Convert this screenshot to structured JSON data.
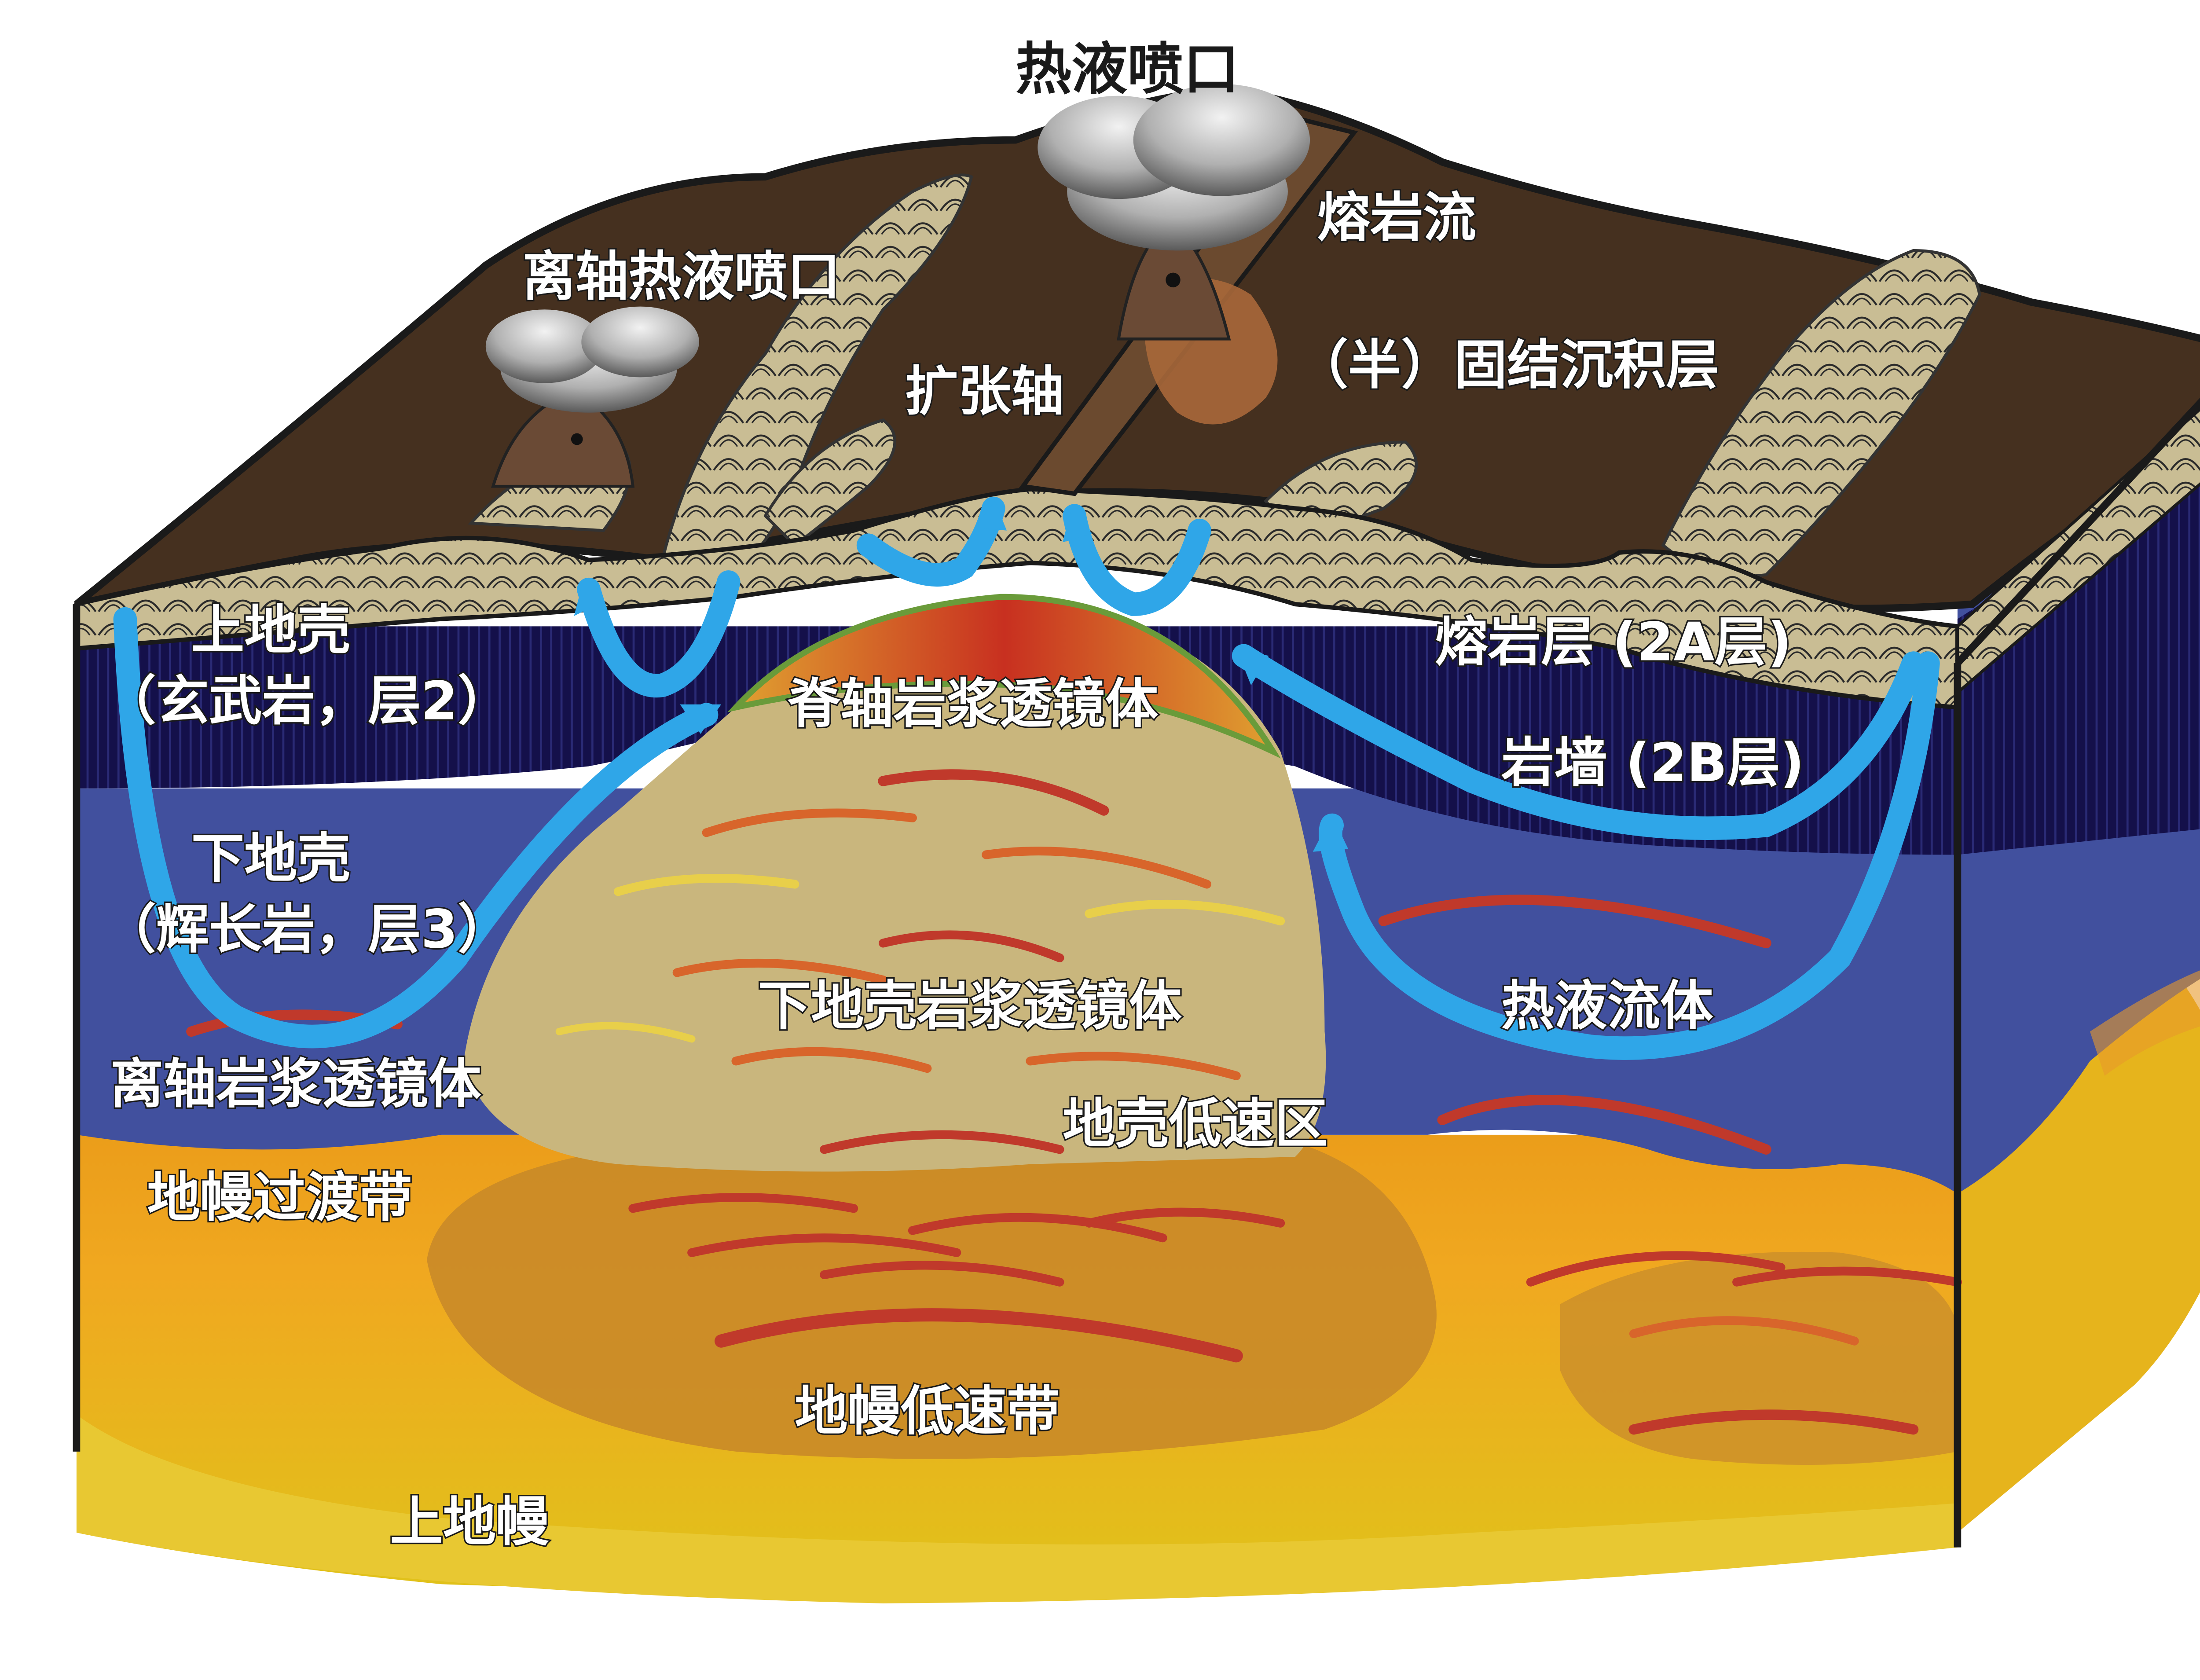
{
  "labels": {
    "hydrothermal_vent": "热液喷口",
    "lava_flow": "熔岩流",
    "off_axis_vent": "离轴热液喷口",
    "semi_consolidated_sediment": "（半）固结沉积层",
    "spreading_axis": "扩张轴",
    "upper_crust": "上地壳",
    "upper_crust_detail": "（玄武岩，层2）",
    "lava_layer": "熔岩层 (2A层)",
    "axial_magma_lens": "脊轴岩浆透镜体",
    "dike_layer": "岩墙 (2B层)",
    "lower_crust": "下地壳",
    "lower_crust_detail": "（辉长岩，层3）",
    "lower_crust_magma_lens": "下地壳岩浆透镜体",
    "hydrothermal_fluid": "热液流体",
    "off_axis_magma_lens": "离轴岩浆透镜体",
    "crustal_low_velocity_zone": "地壳低速区",
    "mantle_transition_zone": "地幔过渡带",
    "mantle_low_velocity_zone": "地幔低速带",
    "upper_mantle": "上地幔"
  },
  "colors": {
    "seafloor": "#45301f",
    "sediment_pillow": "#c9bd94",
    "dike": "#151050",
    "lower_crust": "#41509e",
    "magma_mush": "#c9b67d",
    "mantle_transition": "#f0a020",
    "upper_mantle": "#e3bc1c",
    "melt_red": "#c0392b",
    "melt_orange": "#d8652b",
    "melt_yellow": "#e8cf4a",
    "fluid_arrow": "#2fa6e8",
    "smoke": "#9b9b9b"
  }
}
